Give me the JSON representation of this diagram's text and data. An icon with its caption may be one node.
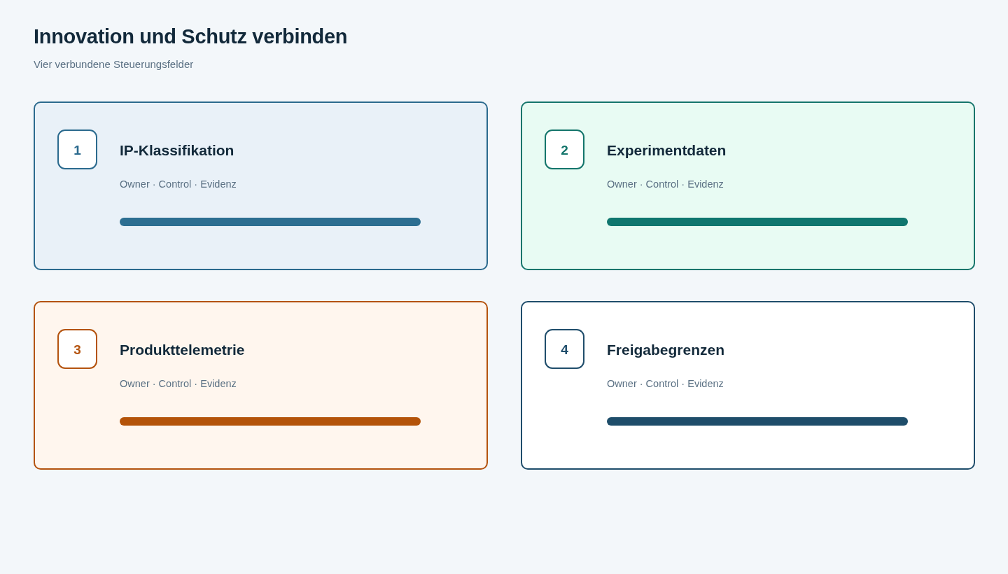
{
  "diagram": {
    "title": "Innovation und Schutz verbinden",
    "nodes": [
      {
        "text": [
          "IP-Klassifikation",
          "Owner · Control · Evidenz"
        ]
      },
      {
        "text": [
          "1"
        ],
        "in": 0
      },
      {
        "text": [
          "Experimentdaten",
          "Owner · Control · Evidenz"
        ]
      },
      {
        "text": [
          "2"
        ],
        "in": 2
      },
      {
        "text": [
          "Produkttelemetrie",
          "Owner · Control · Evidenz"
        ]
      },
      {
        "text": [
          "3"
        ],
        "in": 4
      },
      {
        "text": [
          "Freigabegrenzen",
          "Owner · Control · Evidenz"
        ]
      },
      {
        "text": [
          "4"
        ],
        "in": 6
      }
    ],
    "labels": [
      "Vier verbundene Steuerungsfelder"
    ]
  }
}
